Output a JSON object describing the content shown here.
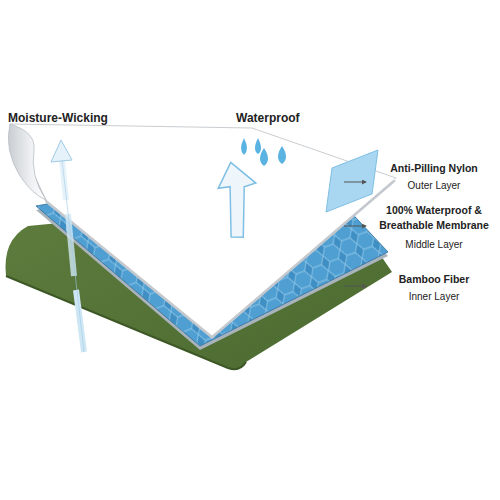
{
  "diagram": {
    "labels": [
      "Moisture-Wicking",
      "Waterproof",
      "Anti-Pilling Nylon",
      "Outer Layer",
      "100% Waterproof & Breathable Membrane",
      "Middle Layer",
      "Bamboo Fiber",
      "Inner Layer"
    ]
  }
}
